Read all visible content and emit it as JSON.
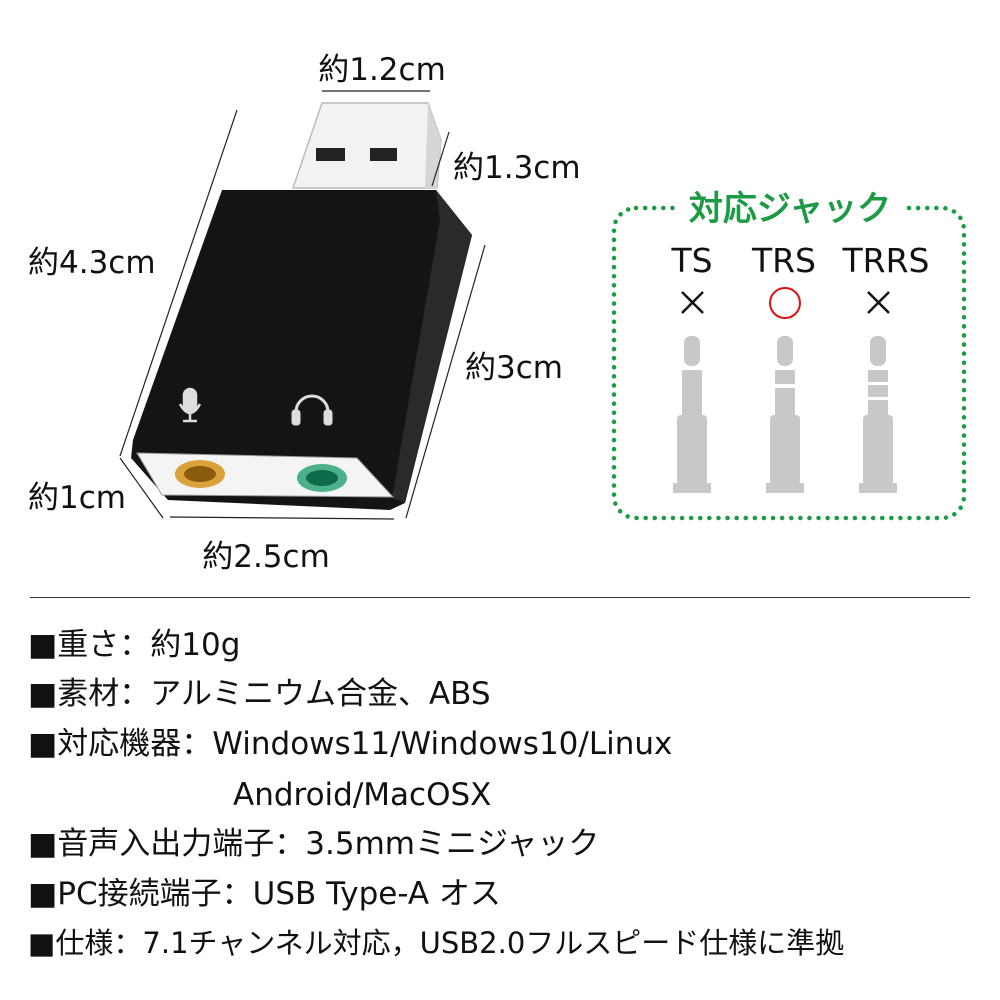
{
  "dimensions": {
    "width_plug": "約1.2cm",
    "plug_length": "約1.3cm",
    "total_length": "約4.3cm",
    "body_length": "約3cm",
    "thickness": "約1cm",
    "width_body": "約2.5cm"
  },
  "jack_box": {
    "title": "対応ジャック",
    "accent_color": "#1e9a46",
    "types": [
      {
        "label": "TS",
        "mark": "×",
        "supported": false
      },
      {
        "label": "TRS",
        "mark": "○",
        "supported": true
      },
      {
        "label": "TRRS",
        "mark": "×",
        "supported": false
      }
    ]
  },
  "specs": [
    "■重さ：約10g",
    "■素材：アルミニウム合金、ABS",
    "■対応機器：Windows11/Windows10/Linux",
    "Android/MacOSX",
    "■音声入出力端子：3.5mmミニジャック",
    "■PC接続端子：USB Type-A オス",
    "■仕様：7.1チャンネル対応，USB2.0フルスピード仕様に準拠"
  ]
}
